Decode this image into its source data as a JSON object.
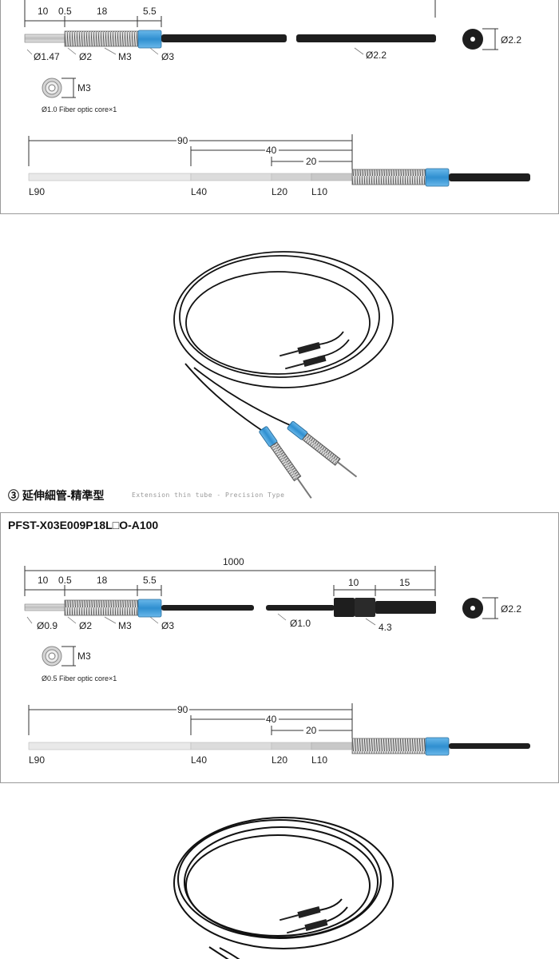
{
  "panel1": {
    "top_dims": {
      "a": "10",
      "b": "0.5",
      "c": "18",
      "d": "5.5"
    },
    "callouts": {
      "shaft": "Ø1.47",
      "thread": "Ø2",
      "thread_m": "M3",
      "sleeve": "Ø3",
      "cable": "Ø2.2"
    },
    "end_section": "Ø2.2",
    "front_view": {
      "label": "M3",
      "caption": "Ø1.0 Fiber optic core×1"
    },
    "cut_dims": {
      "d90": "90",
      "d40": "40",
      "d20": "20"
    },
    "cut_labels": [
      "L90",
      "L40",
      "L20",
      "L10"
    ]
  },
  "section": {
    "title": "③ 延伸細管-精準型",
    "subtitle": "Extension thin tube - Precision Type"
  },
  "panel2": {
    "model": "PFST-X03E009P18L□O-A100",
    "total_length": "1000",
    "top_dims": {
      "a": "10",
      "b": "0.5",
      "c": "18",
      "d": "5.5",
      "e": "10",
      "f": "15"
    },
    "callouts": {
      "shaft": "Ø0.9",
      "thread": "Ø2",
      "thread_m": "M3",
      "sleeve": "Ø3",
      "cable": "Ø1.0",
      "connector": "4.3"
    },
    "end_section": "Ø2.2",
    "front_view": {
      "label": "M3",
      "caption": "Ø0.5 Fiber optic core×1"
    },
    "cut_dims": {
      "d90": "90",
      "d40": "40",
      "d20": "20"
    },
    "cut_labels": [
      "L90",
      "L40",
      "L20",
      "L10"
    ]
  },
  "colors": {
    "sleeve_blue": "#3d9ad6",
    "cable_black": "#1e1e1e",
    "thread_gray": "#a9a9a9",
    "tube_gray": "#cfcfcf"
  }
}
